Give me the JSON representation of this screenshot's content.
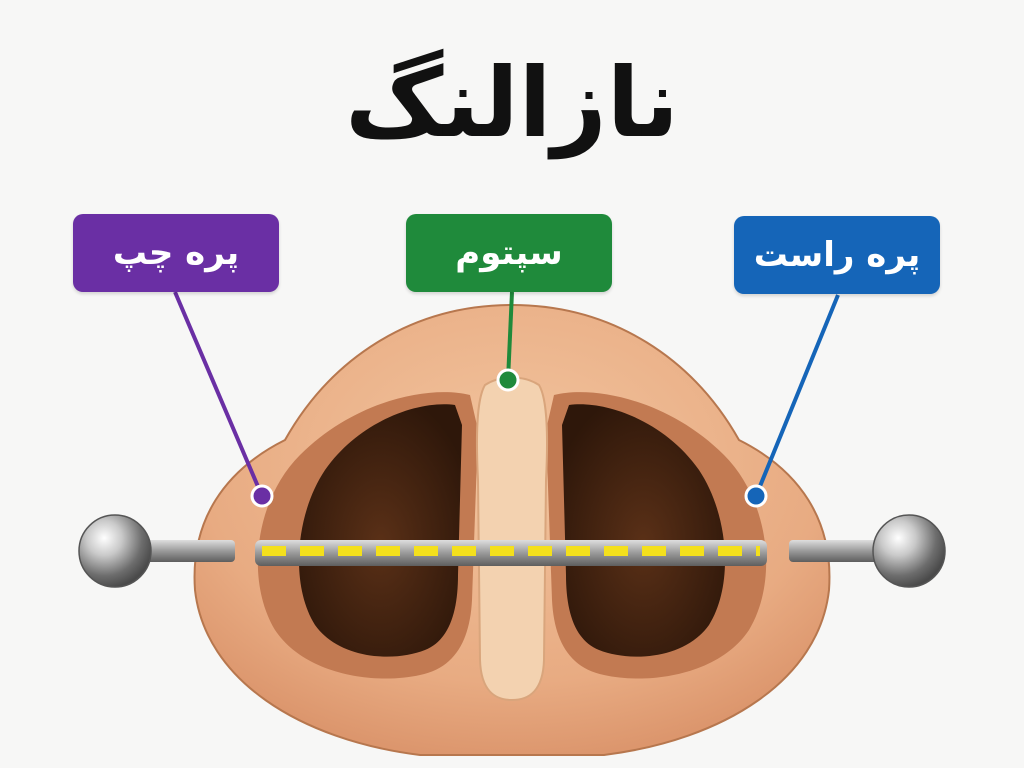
{
  "title": "نازالنگ",
  "labels": {
    "left": {
      "text": "پره چپ",
      "color": "#6a2fa4"
    },
    "center": {
      "text": "سپتوم",
      "color": "#1f8a3b"
    },
    "right": {
      "text": "پره راست",
      "color": "#1565b8"
    }
  },
  "colors": {
    "skin": "#eab089",
    "skin_dark": "#c98257",
    "nostril": "#4a2712",
    "septum": "#f2cfaa",
    "barbell": "#8c8c8c",
    "dash": "#f4e01c"
  }
}
